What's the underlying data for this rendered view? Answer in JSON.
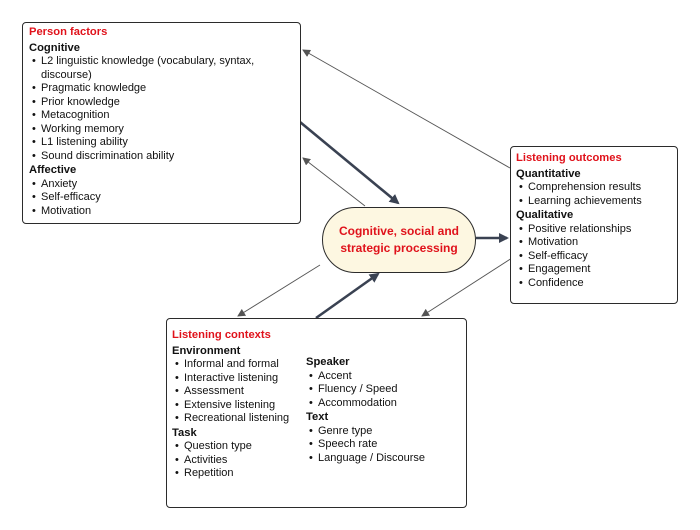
{
  "person_factors": {
    "title": "Person factors",
    "cognitive_heading": "Cognitive",
    "cognitive_items": [
      "L2 linguistic knowledge (vocabulary, syntax, discourse)",
      "Pragmatic knowledge",
      "Prior knowledge",
      "Metacognition",
      "Working memory",
      "L1 listening ability",
      "Sound discrimination ability"
    ],
    "affective_heading": "Affective",
    "affective_items": [
      "Anxiety",
      "Self-efficacy",
      "Motivation"
    ]
  },
  "center": {
    "label": "Cognitive, social and strategic processing"
  },
  "listening_outcomes": {
    "title": "Listening outcomes",
    "quantitative_heading": "Quantitative",
    "quantitative_items": [
      "Comprehension results",
      "Learning achievements"
    ],
    "qualitative_heading": "Qualitative",
    "qualitative_items": [
      "Positive relationships",
      "Motivation",
      "Self-efficacy",
      "Engagement",
      "Confidence"
    ]
  },
  "listening_contexts": {
    "title": "Listening contexts",
    "environment_heading": "Environment",
    "environment_items": [
      "Informal and formal",
      "Interactive listening",
      "Assessment",
      "Extensive listening",
      "Recreational listening"
    ],
    "task_heading": "Task",
    "task_items": [
      "Question type",
      "Activities",
      "Repetition"
    ],
    "speaker_heading": "Speaker",
    "speaker_items": [
      "Accent",
      "Fluency / Speed",
      "Accommodation"
    ],
    "text_heading": "Text",
    "text_items": [
      "Genre type",
      "Speech rate",
      "Language / Discourse"
    ]
  },
  "colors": {
    "title_red": "#e0121b",
    "center_fill": "#fdf7e1",
    "arrow_dark": "#3a4252",
    "arrow_thin": "#555555"
  }
}
